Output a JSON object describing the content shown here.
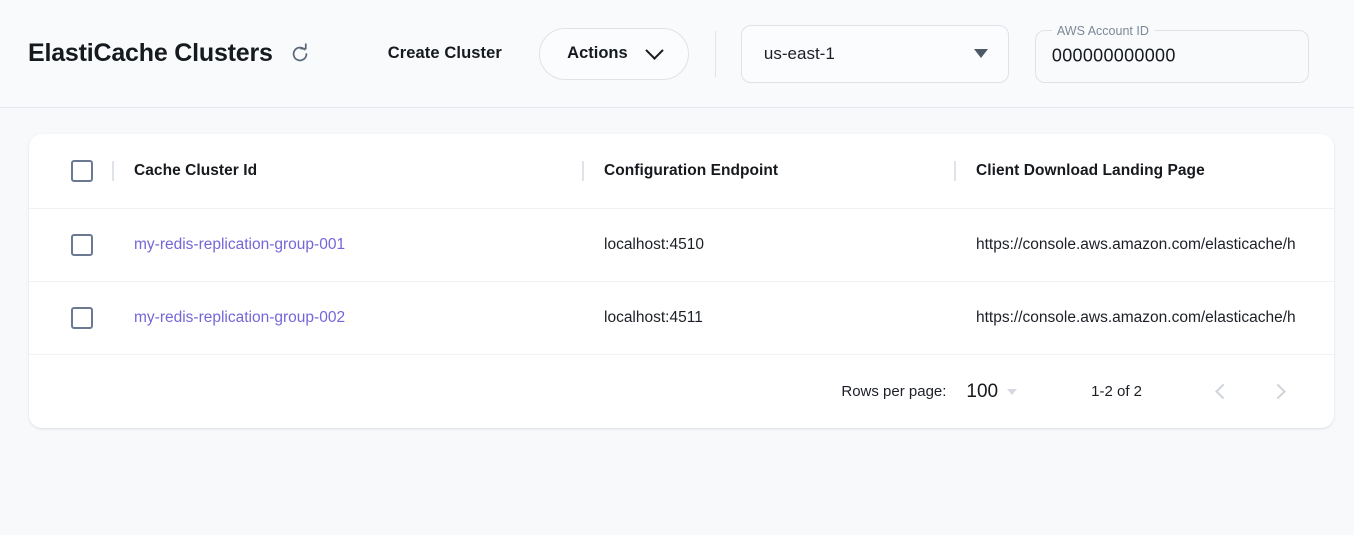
{
  "header": {
    "title": "ElastiCache Clusters",
    "refresh_icon": "refresh-icon",
    "create_cluster_label": "Create Cluster",
    "actions_label": "Actions",
    "actions_caret_icon": "chevron-down-icon",
    "region": {
      "value": "us-east-1",
      "caret_icon": "caret-down-icon"
    },
    "account": {
      "label": "AWS Account ID",
      "value": "000000000000"
    }
  },
  "table": {
    "columns": [
      "Cache Cluster Id",
      "Configuration Endpoint",
      "Client Download Landing Page"
    ],
    "rows": [
      {
        "cluster_id": "my-redis-replication-group-001",
        "endpoint": "localhost:4510",
        "landing_page": "https://console.aws.amazon.com/elasticache/h"
      },
      {
        "cluster_id": "my-redis-replication-group-002",
        "endpoint": "localhost:4511",
        "landing_page": "https://console.aws.amazon.com/elasticache/h"
      }
    ]
  },
  "pagination": {
    "rows_per_page_label": "Rows per page:",
    "rows_per_page_value": "100",
    "range_text": "1-2 of 2",
    "prev_icon": "chevron-left-icon",
    "next_icon": "chevron-right-icon"
  },
  "colors": {
    "link": "#7367d8",
    "page_bg": "#f7f9fb",
    "card_bg": "#ffffff"
  }
}
